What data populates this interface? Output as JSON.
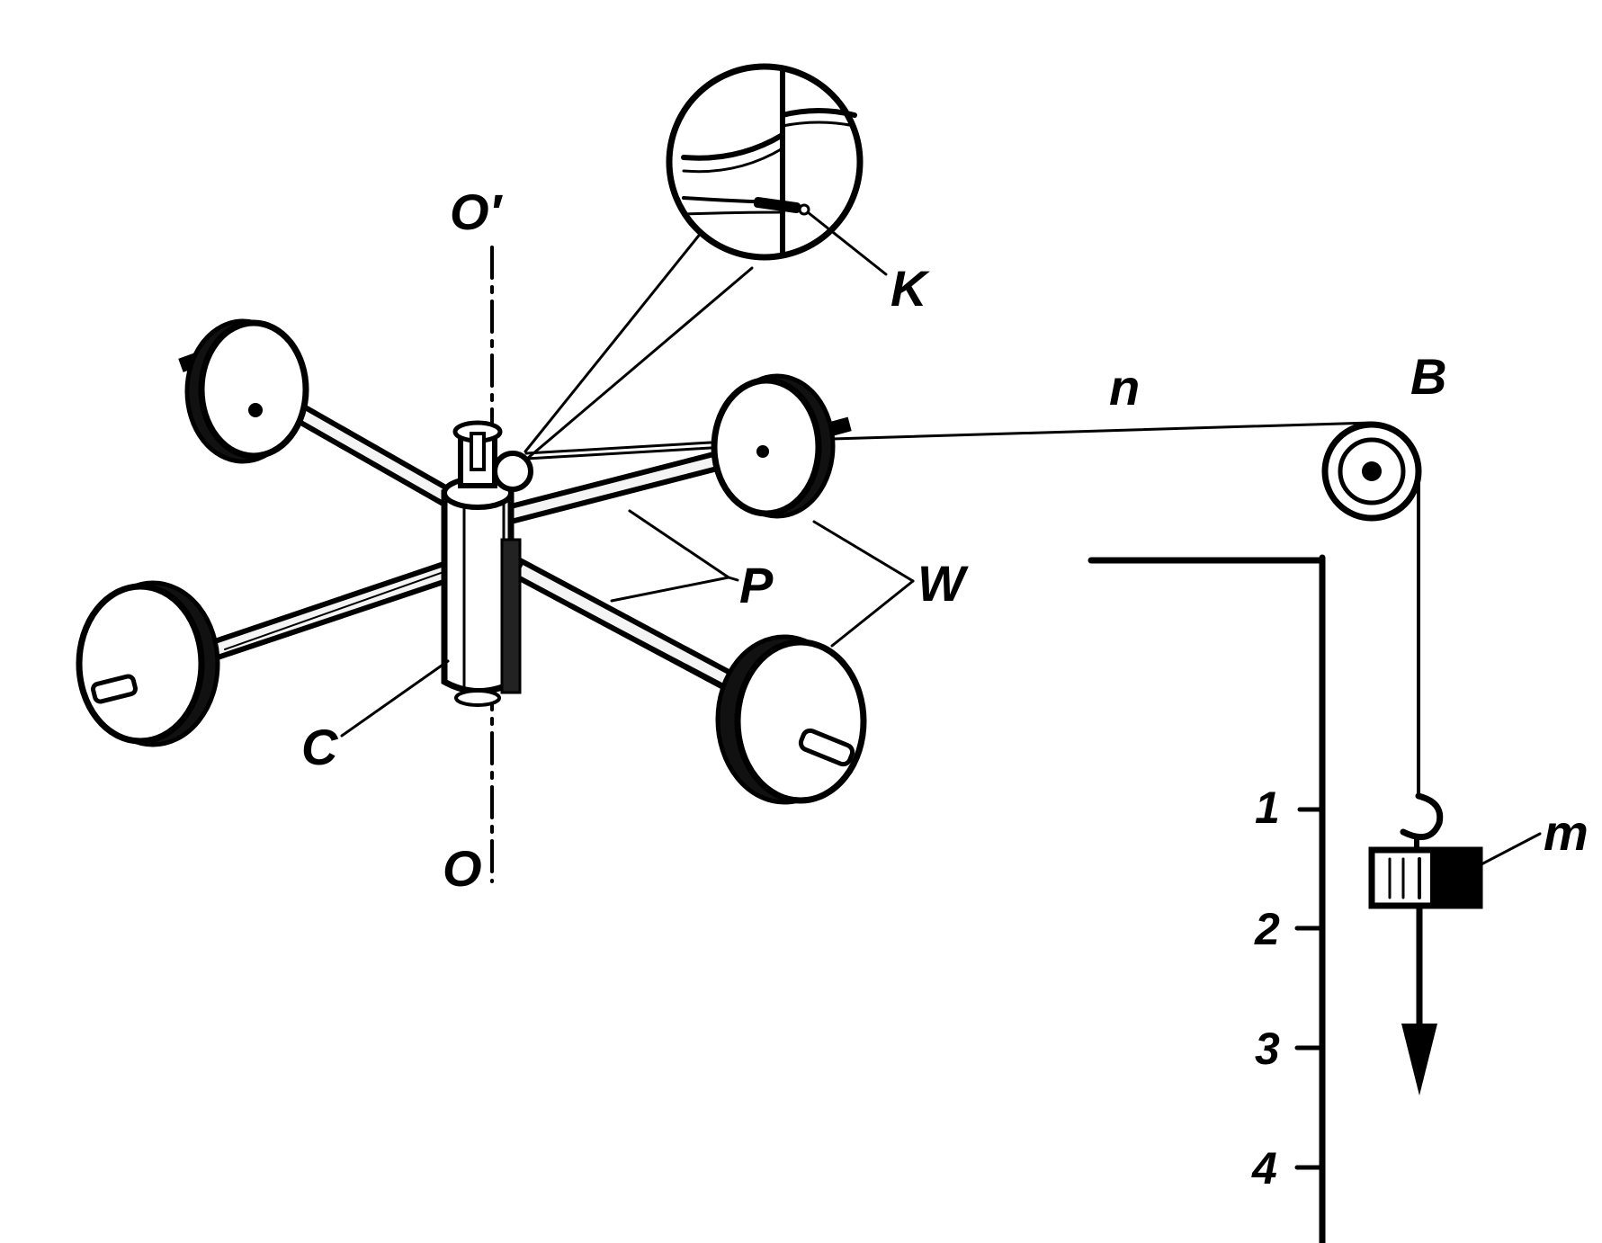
{
  "diagram": {
    "labels": {
      "axis_top": "O′",
      "axis_bottom": "O",
      "pin": "K",
      "thread": "n",
      "pulley": "B",
      "rods": "P",
      "weights": "W",
      "cylinder": "C",
      "mass": "m"
    },
    "scale_ticks": [
      "1",
      "2",
      "3",
      "4"
    ],
    "colors": {
      "ink": "#000000",
      "paper": "#ffffff",
      "rod": "#f4f4f4"
    }
  }
}
